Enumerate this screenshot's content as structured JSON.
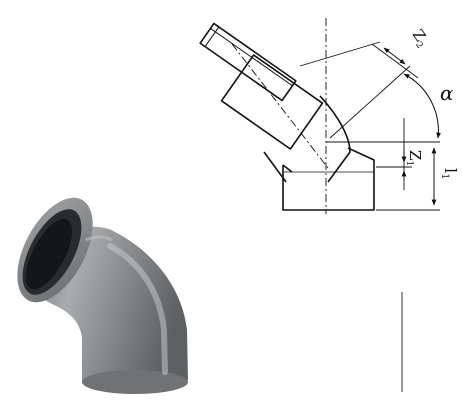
{
  "drawing": {
    "label_z2": "Z",
    "label_z2_sub": "2",
    "label_z1": "Z",
    "label_z1_sub": "1",
    "label_l1": "l",
    "label_l1_sub": "1",
    "label_alpha": "α"
  },
  "colors": {
    "line": "#111111",
    "pipe_body": "#8a8d8f",
    "pipe_highlight": "#b5b8ba",
    "pipe_shadow": "#5f6264",
    "pipe_inner": "#1e1f20",
    "divider": "#9a9a9a"
  },
  "icons": {
    "product": "pipe-elbow-67-photo",
    "schematic": "pipe-elbow-technical-drawing"
  }
}
